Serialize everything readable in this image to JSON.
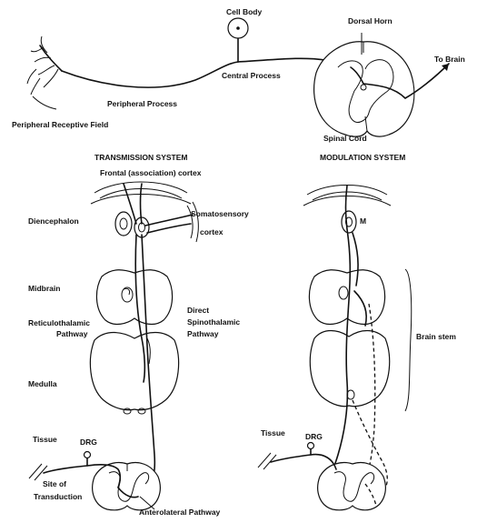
{
  "labels": {
    "cell_body": "Cell Body",
    "dorsal_horn": "Dorsal Horn",
    "to_brain": "To Brain",
    "central_process": "Central Process",
    "peripheral_process": "Peripheral Process",
    "peripheral_receptive_field": "Peripheral Receptive Field",
    "spinal_cord": "Spinal Cord",
    "transmission_system": "TRANSMISSION SYSTEM",
    "modulation_system": "MODULATION SYSTEM",
    "frontal_cortex": "Frontal (association) cortex",
    "diencephalon": "Diencephalon",
    "somatosensory_1": "Somatosensory",
    "somatosensory_2": "cortex",
    "m_marker": "M",
    "midbrain": "Midbrain",
    "direct": "Direct",
    "reticulothalamic_1": "Reticulothalamic",
    "reticulothalamic_2": "Pathway",
    "spinothalamic_1": "Spinothalamic",
    "spinothalamic_2": "Pathway",
    "brain_stem": "Brain stem",
    "medulla": "Medulla",
    "tissue_left": "Tissue",
    "drg_left": "DRG",
    "tissue_right": "Tissue",
    "drg_right": "DRG",
    "site_of_1": "Site of",
    "site_of_2": "Transduction",
    "anterolateral_pathway": "Anterolateral Pathway"
  }
}
